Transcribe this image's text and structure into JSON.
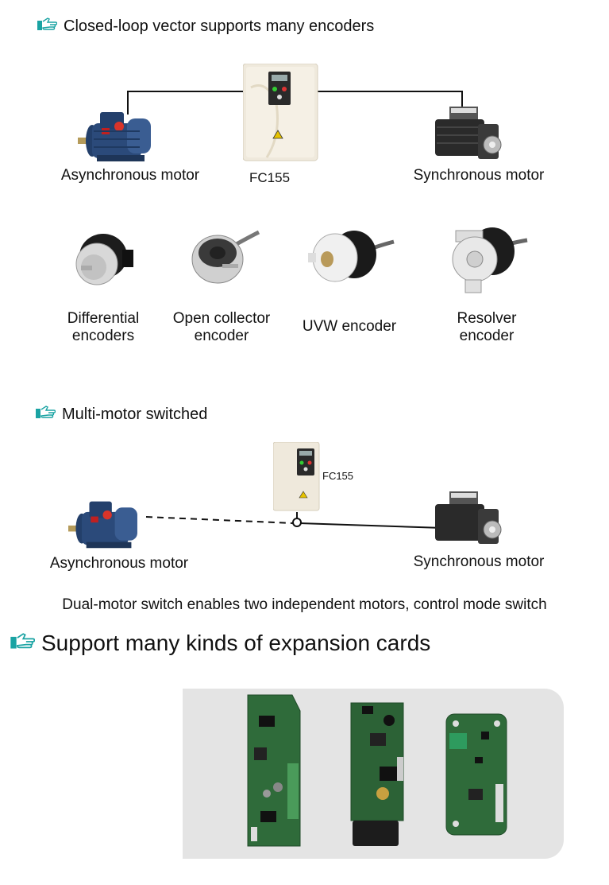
{
  "section1": {
    "heading": "Closed-loop vector supports many encoders",
    "left_motor": "Asynchronous motor",
    "drive": "FC155",
    "right_motor": "Synchronous motor",
    "encoders": [
      {
        "line1": "Differential",
        "line2": "encoders"
      },
      {
        "line1": "Open collector",
        "line2": "encoder"
      },
      {
        "line1": "UVW encoder",
        "line2": ""
      },
      {
        "line1": "Resolver",
        "line2": "encoder"
      }
    ]
  },
  "section2": {
    "heading": "Multi-motor switched",
    "drive": "FC155",
    "left_motor": "Asynchronous motor",
    "right_motor": "Synchronous motor",
    "caption": "Dual-motor switch enables two independent motors, control mode switch"
  },
  "section3": {
    "heading": "Support many kinds of expansion cards"
  },
  "colors": {
    "hand_icon": "#1aa3a3",
    "motor_blue": "#2b4a7a",
    "card_green": "#2f6b3a"
  }
}
